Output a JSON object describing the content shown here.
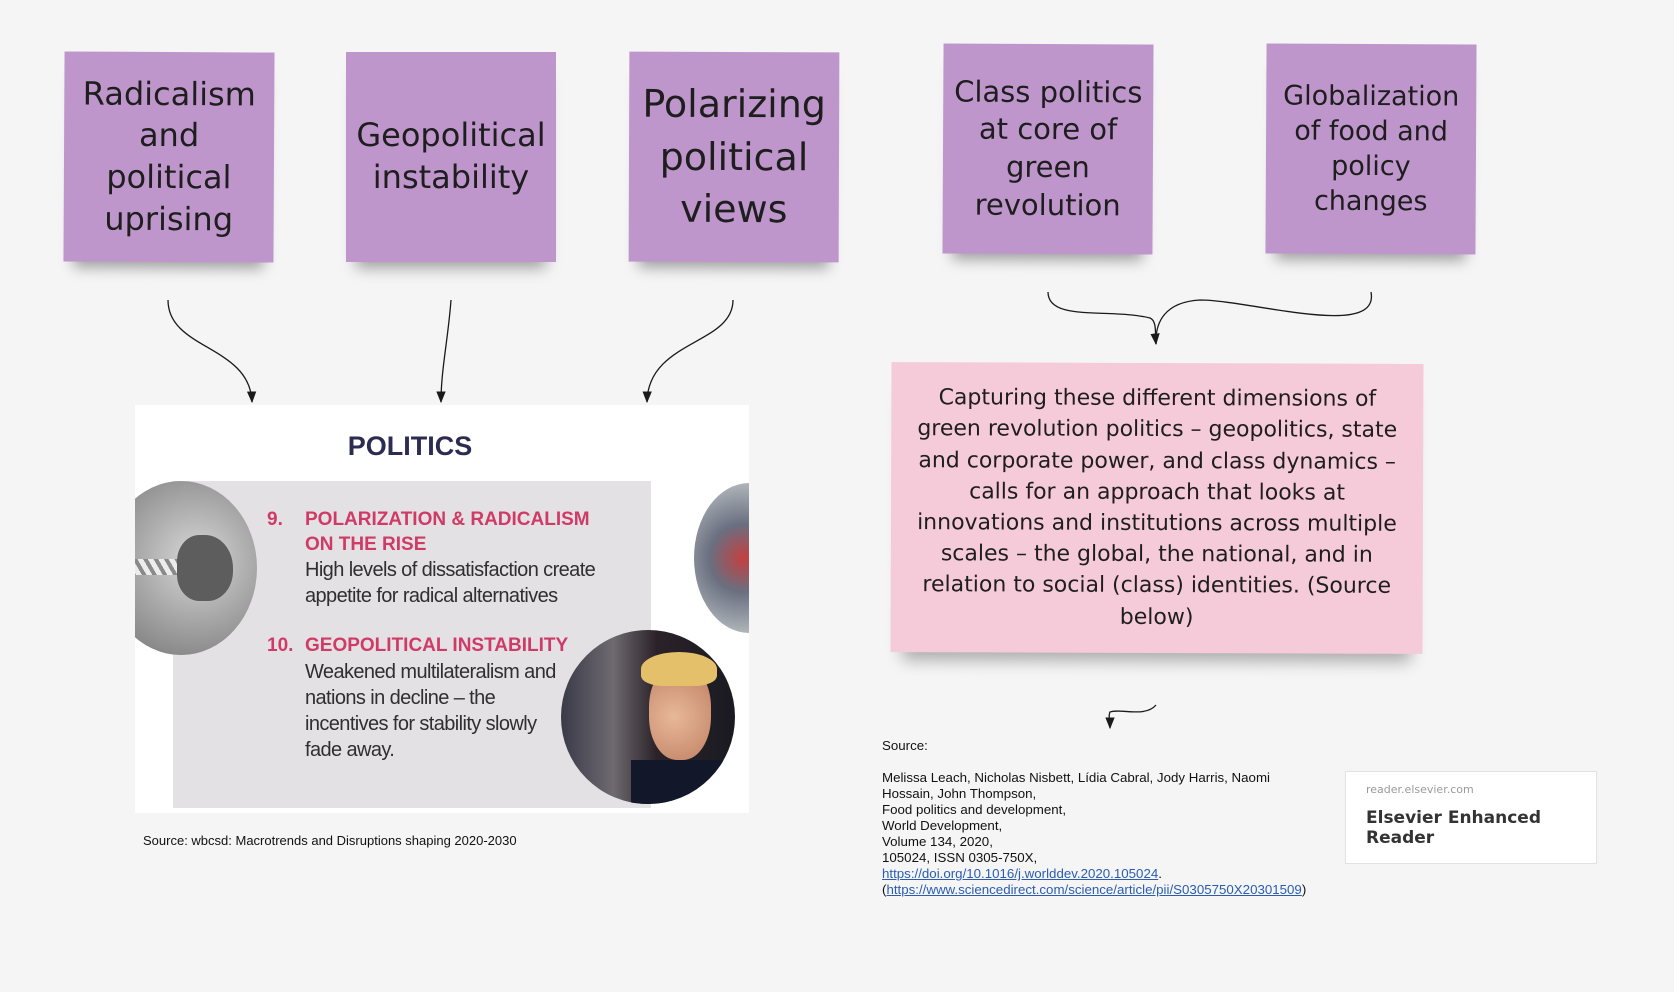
{
  "sticky_notes": [
    {
      "text": "Radicalism and political uprising"
    },
    {
      "text": "Geopolitical instability"
    },
    {
      "text": "Polarizing political views"
    },
    {
      "text": "Class politics at core of green revolution"
    },
    {
      "text": "Globalization of food and policy changes"
    }
  ],
  "summary_note": {
    "text": "Capturing these different dimensions of green revolution politics – geopolitics, state and corporate power, and class dynamics – calls for an approach that looks at innovations and institutions across multiple scales – the global, the national, and in relation to social (class) identities. (Source below)"
  },
  "politics_card": {
    "title": "POLITICS",
    "items": [
      {
        "number": "9.",
        "heading": "POLARIZATION & RADICALISM  ON THE RISE",
        "body": "High levels of dissatisfaction create appetite for radical alternatives"
      },
      {
        "number": "10.",
        "heading": "GEOPOLITICAL INSTABILITY",
        "body": "Weakened multilateralism and nations in decline – the incentives for stability slowly fade away."
      }
    ]
  },
  "card_caption": "Source: wbcsd: Macrotrends and Disruptions shaping 2020-2030",
  "source_block": {
    "label": "Source:",
    "lines": [
      "Melissa Leach, Nicholas Nisbett, Lídia Cabral, Jody Harris, Naomi",
      "Hossain, John Thompson,",
      "Food politics and development,",
      "World Development,",
      "Volume 134, 2020,",
      "105024, ISSN 0305-750X,"
    ],
    "doi_link": "https://doi.org/10.1016/j.worlddev.2020.105024",
    "doi_suffix": ".",
    "url_prefix": "(",
    "url_link": "https://www.sciencedirect.com/science/article/pii/S0305750X20301509",
    "url_suffix": ")"
  },
  "link_preview": {
    "domain": "reader.elsevier.com",
    "title": "Elsevier Enhanced Reader"
  },
  "colors": {
    "background": "#f5f5f5",
    "sticky_purple": "#bf96cc",
    "sticky_pink": "#f5cad9",
    "heading_pink": "#cf3b66",
    "title_navy": "#2c2c52",
    "link_blue": "#2a5db0"
  }
}
